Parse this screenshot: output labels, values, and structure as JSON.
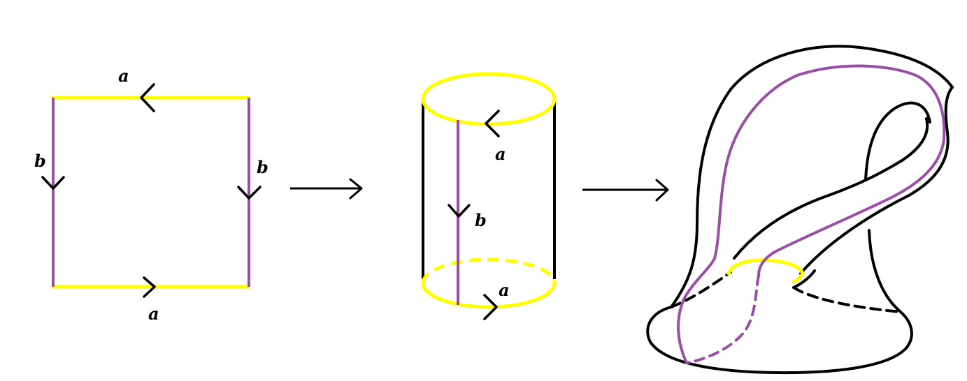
{
  "colors": {
    "edge_a": "#ffff00",
    "edge_b": "#9a4fa7",
    "outline": "#000000",
    "background": "#ffffff"
  },
  "labels": {
    "square_top": "a",
    "square_bottom": "a",
    "square_left": "b",
    "square_right": "b",
    "cylinder_top": "a",
    "cylinder_side": "b",
    "cylinder_bottom": "a"
  },
  "icons": {
    "transition_1": "right-arrow-icon",
    "transition_2": "right-arrow-icon"
  }
}
